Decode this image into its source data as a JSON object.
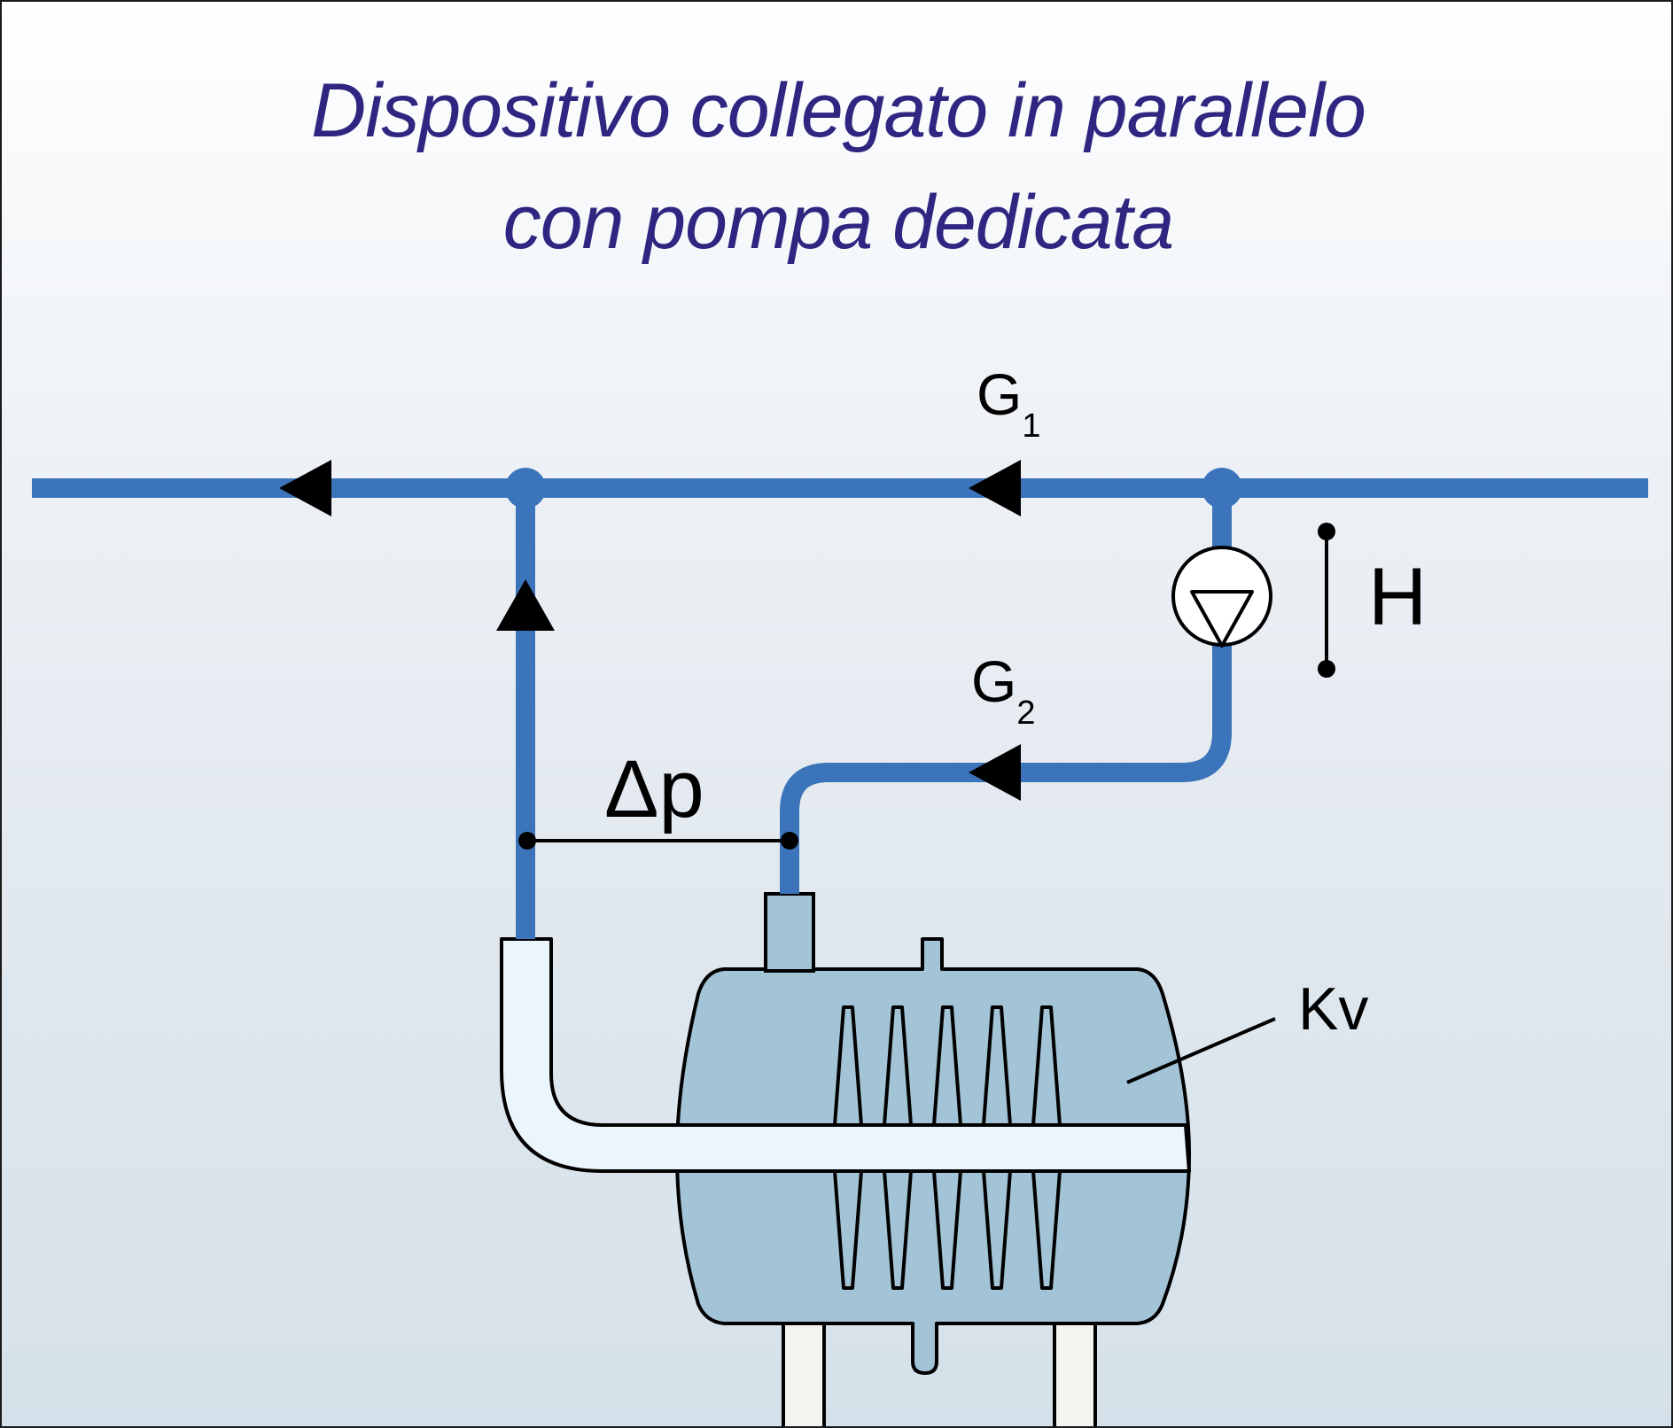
{
  "title": {
    "line1": "Dispositivo collegato in parallelo",
    "line2": "con pompa dedicata"
  },
  "labels": {
    "g1_main": "G",
    "g1_sub": "1",
    "g2_main": "G",
    "g2_sub": "2",
    "head": "H",
    "pressure_diff": "Δp",
    "flow_coefficient": "Kv"
  },
  "colors": {
    "title": "#2e2680",
    "pipe": "#3b74ba",
    "device_body": "#a3c3d6",
    "inner_channel": "#eaf5fc",
    "legs": "#f4f3ee",
    "stroke": "#000000"
  },
  "icons": {
    "pump": "pump-symbol-icon",
    "flow_arrow": "triangle-arrow-icon"
  }
}
